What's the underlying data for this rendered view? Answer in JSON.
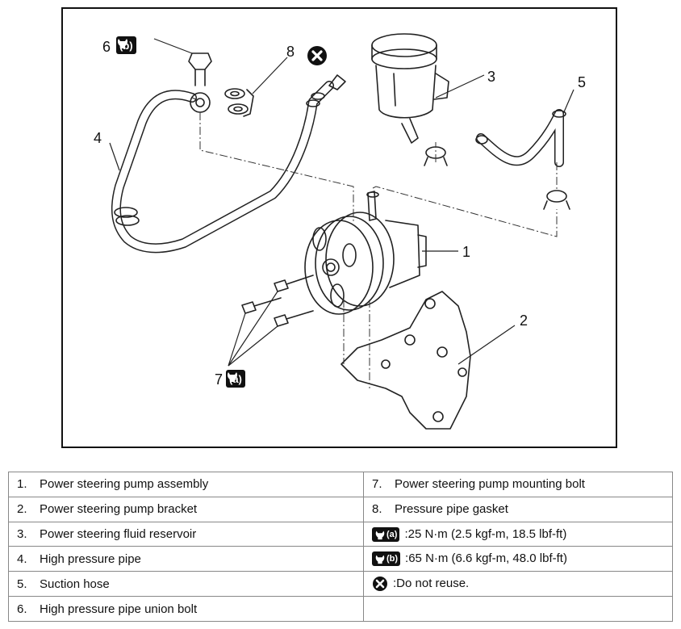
{
  "figure": {
    "callouts": {
      "c1": "1",
      "c2": "2",
      "c3": "3",
      "c4": "4",
      "c5": "5",
      "c6": "6",
      "c7": "7",
      "c8": "8"
    },
    "badges": {
      "a": "(a)",
      "b": "(b)"
    },
    "icons": {
      "torque": "wrench-torque-icon",
      "no_reuse": "do-not-reuse-x-icon"
    }
  },
  "legend": {
    "rows": [
      {
        "left_num": "1.",
        "left_text": "Power steering pump assembly",
        "right_num": "7.",
        "right_text": "Power steering pump mounting bolt"
      },
      {
        "left_num": "2.",
        "left_text": "Power steering pump bracket",
        "right_num": "8.",
        "right_text": "Pressure pipe gasket"
      },
      {
        "left_num": "3.",
        "left_text": "Power steering fluid reservoir",
        "right_badge": "(a)",
        "right_text": ":25 N·m (2.5 kgf-m, 18.5 lbf-ft)"
      },
      {
        "left_num": "4.",
        "left_text": "High pressure pipe",
        "right_badge": "(b)",
        "right_text": ":65 N·m (6.6 kgf-m, 48.0 lbf-ft)"
      },
      {
        "left_num": "5.",
        "left_text": "Suction hose",
        "right_text": ":Do not reuse."
      },
      {
        "left_num": "6.",
        "left_text": "High pressure pipe union bolt"
      }
    ]
  }
}
